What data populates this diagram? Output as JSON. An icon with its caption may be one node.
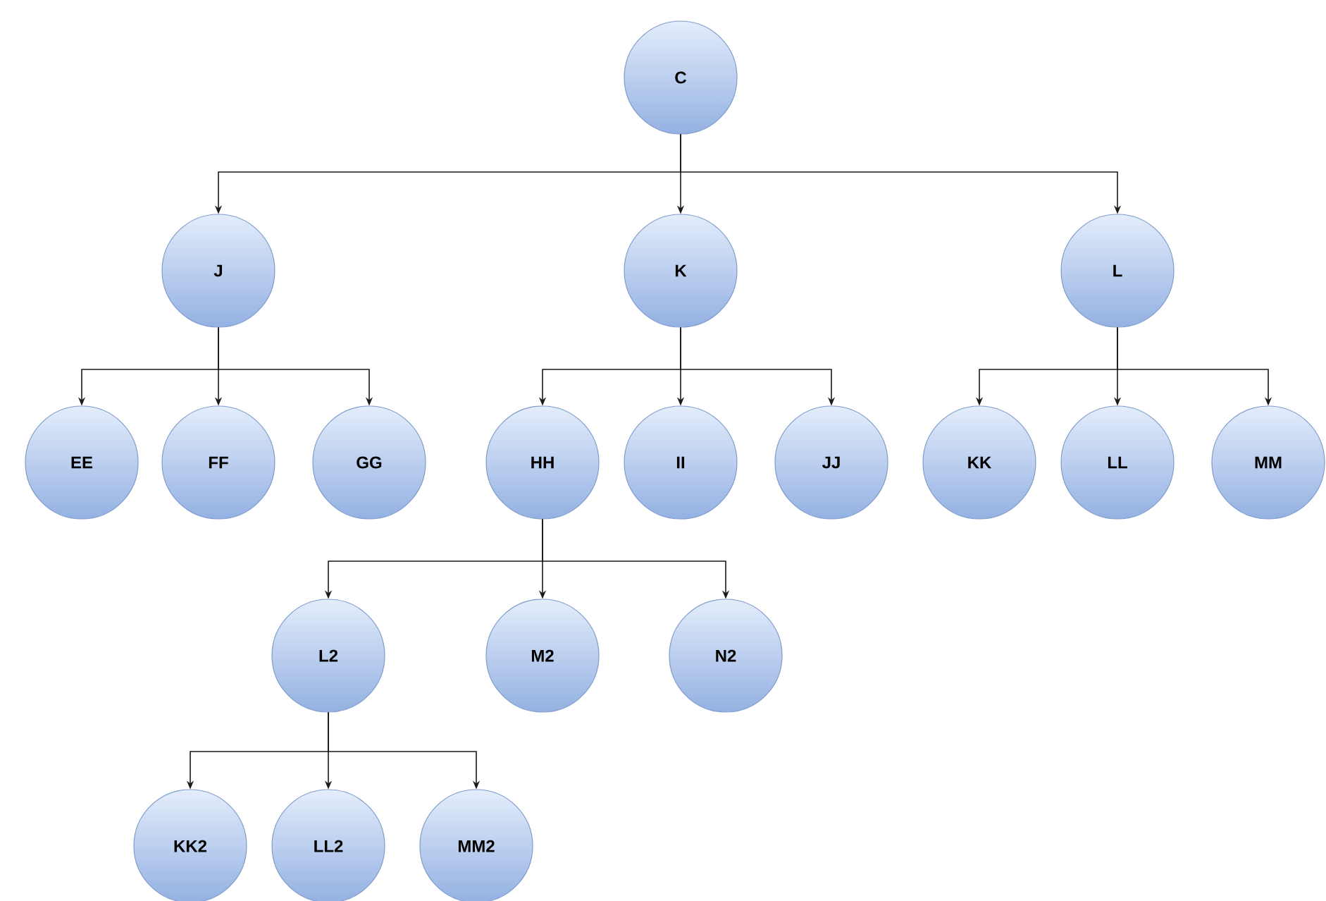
{
  "diagram": {
    "nodes": [
      {
        "text": [
          "C"
        ]
      },
      {
        "text": [
          "J"
        ]
      },
      {
        "text": [
          "K"
        ]
      },
      {
        "text": [
          "L"
        ]
      },
      {
        "text": [
          "EE"
        ]
      },
      {
        "text": [
          "FF"
        ]
      },
      {
        "text": [
          "GG"
        ]
      },
      {
        "text": [
          "HH"
        ]
      },
      {
        "text": [
          "II"
        ]
      },
      {
        "text": [
          "JJ"
        ]
      },
      {
        "text": [
          "KK"
        ]
      },
      {
        "text": [
          "LL"
        ]
      },
      {
        "text": [
          "MM"
        ]
      },
      {
        "text": [
          "L2"
        ]
      },
      {
        "text": [
          "M2"
        ]
      },
      {
        "text": [
          "N2"
        ]
      },
      {
        "text": [
          "KK2"
        ]
      },
      {
        "text": [
          "LL2"
        ]
      },
      {
        "text": [
          "MM2"
        ]
      }
    ],
    "edges": [
      {
        "from": 0,
        "to": 1,
        "arrow": "to"
      },
      {
        "from": 0,
        "to": 2,
        "arrow": "to"
      },
      {
        "from": 0,
        "to": 3,
        "arrow": "to"
      },
      {
        "from": 1,
        "to": 4,
        "arrow": "to"
      },
      {
        "from": 1,
        "to": 5,
        "arrow": "to"
      },
      {
        "from": 1,
        "to": 6,
        "arrow": "to"
      },
      {
        "from": 2,
        "to": 7,
        "arrow": "to"
      },
      {
        "from": 2,
        "to": 8,
        "arrow": "to"
      },
      {
        "from": 2,
        "to": 9,
        "arrow": "to"
      },
      {
        "from": 3,
        "to": 10,
        "arrow": "to"
      },
      {
        "from": 3,
        "to": 11,
        "arrow": "to"
      },
      {
        "from": 3,
        "to": 12,
        "arrow": "to"
      },
      {
        "from": 7,
        "to": 13,
        "arrow": "to"
      },
      {
        "from": 7,
        "to": 14,
        "arrow": "to"
      },
      {
        "from": 7,
        "to": 15,
        "arrow": "to"
      },
      {
        "from": 13,
        "to": 16,
        "arrow": "to"
      },
      {
        "from": 13,
        "to": 17,
        "arrow": "to"
      },
      {
        "from": 13,
        "to": 18,
        "arrow": "to"
      }
    ]
  }
}
